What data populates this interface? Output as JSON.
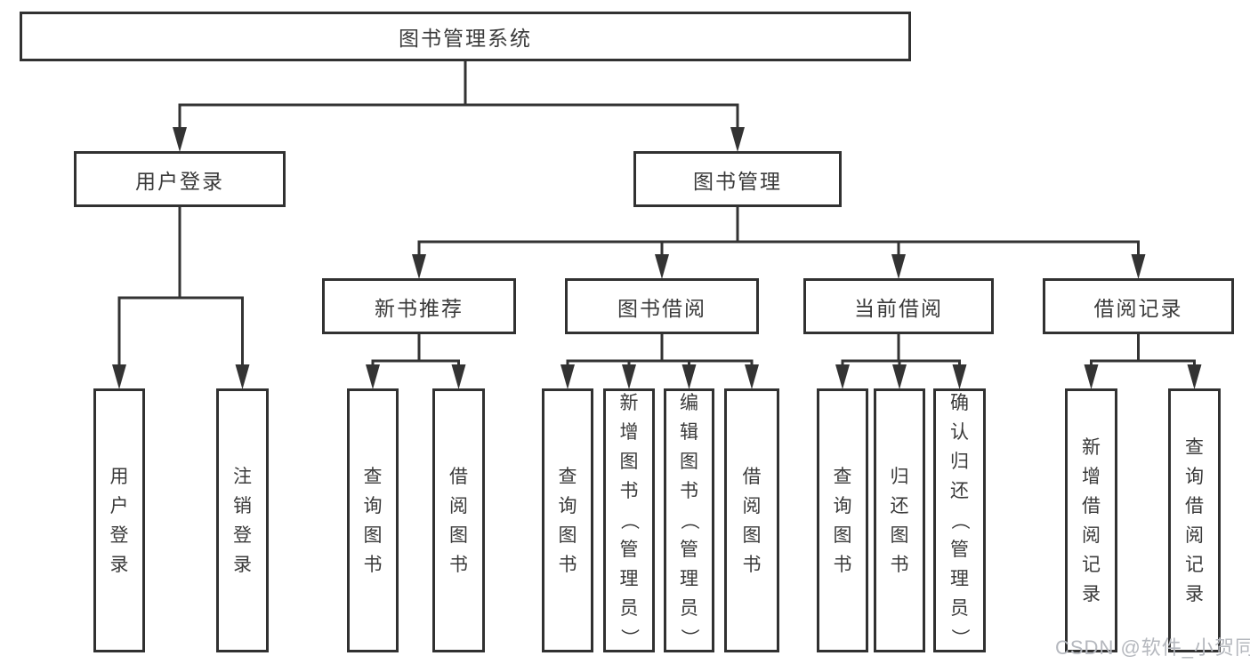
{
  "diagram": {
    "type": "hierarchy",
    "line_color": "#333333",
    "text_color": "#3a3a3a",
    "box_background": "#ffffff",
    "nodes": [
      {
        "id": "root",
        "label": "图书管理系统",
        "parent": null,
        "orientation": "horizontal"
      },
      {
        "id": "user-login",
        "label": "用户登录",
        "parent": "root",
        "orientation": "horizontal"
      },
      {
        "id": "book-mgmt",
        "label": "图书管理",
        "parent": "root",
        "orientation": "horizontal"
      },
      {
        "id": "new-book-rec",
        "label": "新书推荐",
        "parent": "book-mgmt",
        "orientation": "horizontal"
      },
      {
        "id": "book-borrow",
        "label": "图书借阅",
        "parent": "book-mgmt",
        "orientation": "horizontal"
      },
      {
        "id": "current-borrow",
        "label": "当前借阅",
        "parent": "book-mgmt",
        "orientation": "horizontal"
      },
      {
        "id": "borrow-records",
        "label": "借阅记录",
        "parent": "book-mgmt",
        "orientation": "horizontal"
      },
      {
        "id": "leaf-user-login",
        "label": "用户登录",
        "parent": "user-login",
        "orientation": "vertical"
      },
      {
        "id": "leaf-logout",
        "label": "注销登录",
        "parent": "user-login",
        "orientation": "vertical"
      },
      {
        "id": "leaf-query-book-1",
        "label": "查询图书",
        "parent": "new-book-rec",
        "orientation": "vertical"
      },
      {
        "id": "leaf-borrow-book-1",
        "label": "借阅图书",
        "parent": "new-book-rec",
        "orientation": "vertical"
      },
      {
        "id": "leaf-query-book-2",
        "label": "查询图书",
        "parent": "book-borrow",
        "orientation": "vertical"
      },
      {
        "id": "leaf-add-book",
        "label": "新增图书（管理员）",
        "parent": "book-borrow",
        "orientation": "vertical"
      },
      {
        "id": "leaf-edit-book",
        "label": "编辑图书（管理员）",
        "parent": "book-borrow",
        "orientation": "vertical"
      },
      {
        "id": "leaf-borrow-book-2",
        "label": "借阅图书",
        "parent": "book-borrow",
        "orientation": "vertical"
      },
      {
        "id": "leaf-query-book-3",
        "label": "查询图书",
        "parent": "current-borrow",
        "orientation": "vertical"
      },
      {
        "id": "leaf-return-book",
        "label": "归还图书",
        "parent": "current-borrow",
        "orientation": "vertical"
      },
      {
        "id": "leaf-confirm-return",
        "label": "确认归还（管理员）",
        "parent": "current-borrow",
        "orientation": "vertical"
      },
      {
        "id": "leaf-add-borrow-record",
        "label": "新增借阅记录",
        "parent": "borrow-records",
        "orientation": "vertical"
      },
      {
        "id": "leaf-query-borrow-record",
        "label": "查询借阅记录",
        "parent": "borrow-records",
        "orientation": "vertical"
      }
    ]
  },
  "watermark": {
    "text": "CSDN @软件_小贺同学",
    "color": "#b5b8be"
  }
}
